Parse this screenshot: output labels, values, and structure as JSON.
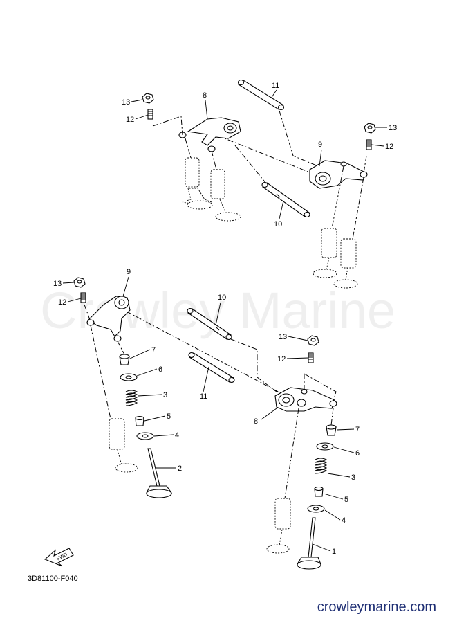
{
  "watermark": "Crowley Marine",
  "diagram_code": "3D81100-F040",
  "site": "crowleymarine.com",
  "fwd_label": "FWD",
  "callouts": {
    "c1": "1",
    "c2": "2",
    "c3a": "3",
    "c3b": "3",
    "c4a": "4",
    "c4b": "4",
    "c5a": "5",
    "c5b": "5",
    "c6a": "6",
    "c6b": "6",
    "c7a": "7",
    "c7b": "7",
    "c8a": "8",
    "c8b": "8",
    "c9a": "9",
    "c9b": "9",
    "c10a": "10",
    "c10b": "10",
    "c11a": "11",
    "c11b": "11",
    "c12a": "12",
    "c12b": "12",
    "c12c": "12",
    "c12d": "12",
    "c13a": "13",
    "c13b": "13",
    "c13c": "13",
    "c13d": "13"
  }
}
